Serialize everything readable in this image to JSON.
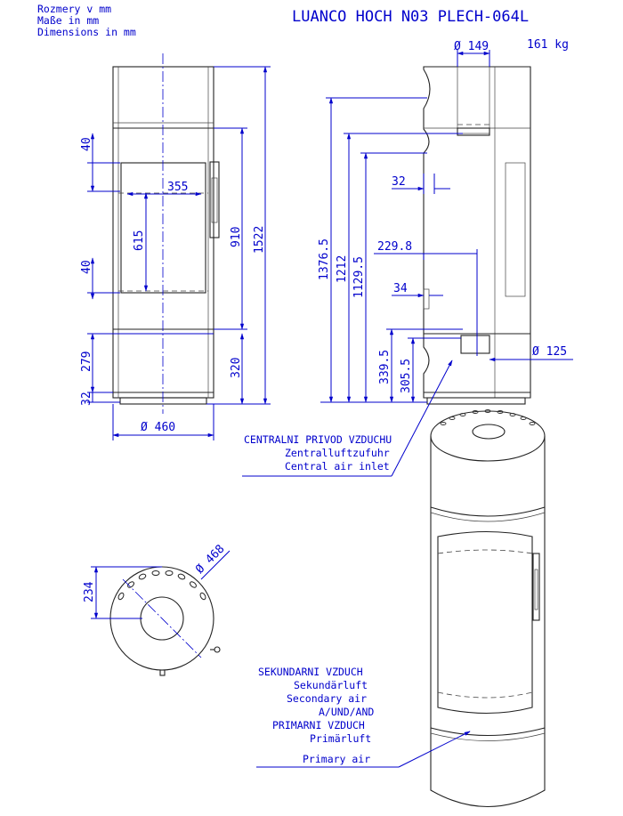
{
  "units_label": [
    "Rozmery v mm",
    "Maße in mm",
    "Dimensions in mm"
  ],
  "title": "LUANCO HOCH N03 PLECH-064L",
  "weight": "161 kg",
  "front_view": {
    "dims_left": [
      "40",
      "40",
      "279",
      "32"
    ],
    "width_inner": "355",
    "height_window": "615",
    "height_door": "910",
    "height_total": "1522",
    "height_base": "320",
    "diameter": "Ø 460"
  },
  "side_view": {
    "flue_diameter": "Ø 149",
    "heights": [
      "1376.5",
      "1212",
      "1129.5",
      "339.5",
      "305.5"
    ],
    "offset_32": "32",
    "offset_229": "229.8",
    "offset_34": "34",
    "air_inlet_diameter": "Ø 125"
  },
  "top_view": {
    "diameter": "Ø 468",
    "depth": "234"
  },
  "labels": {
    "central_air": [
      "CENTRALNI PRIVOD VZDUCHU",
      "Zentralluftzufuhr",
      "Central air inlet"
    ],
    "secondary_primary_air": [
      "SEKUNDARNI VZDUCH",
      "Sekundärluft",
      "Secondary air",
      "A/UND/AND",
      "PRIMARNI VZDUCH",
      "Primärluft",
      "Primary air"
    ]
  },
  "colors": {
    "dimension": "#0000cc",
    "outline": "#222222"
  }
}
